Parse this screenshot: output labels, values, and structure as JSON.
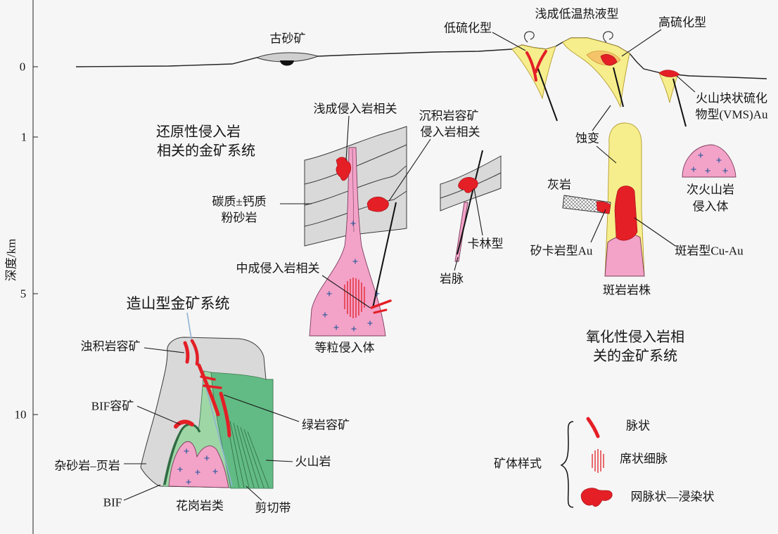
{
  "axis": {
    "label": "深度/km",
    "ticks": [
      "0",
      "1",
      "5",
      "10"
    ]
  },
  "surface": {
    "palaeo_placer": "古砂矿",
    "low_sulfidation": "低硫化型",
    "epithermal": "浅成低温热液型",
    "high_sulfidation": "高硫化型",
    "vms_line1": "火山块状硫化",
    "vms_line2": "物型(VMS)Au"
  },
  "reduced_system": {
    "title_line1": "还原性侵入岩",
    "title_line2": "相关的金矿系统",
    "epizonal": "浅成侵入岩相关",
    "sediment_hosted_line1": "沉积岩容矿",
    "sediment_hosted_line2": "侵入岩相关",
    "siltstone_line1": "碳质±钙质",
    "siltstone_line2": "粉砂岩",
    "mesozonal": "中成侵入岩相关",
    "equigranular": "等粒侵入体",
    "carlin": "卡林型",
    "dike": "岩脉"
  },
  "oxidized_system": {
    "title_line1": "氧化性侵入岩相",
    "title_line2": "关的金矿系统",
    "alteration": "蚀变",
    "limestone": "灰岩",
    "subvolcanic_line1": "次火山岩",
    "subvolcanic_line2": "侵入体",
    "skarn": "矽卡岩型Au",
    "porphyry": "斑岩型Cu-Au",
    "porphyry_stock": "斑岩岩株"
  },
  "orogenic_system": {
    "title": "造山型金矿系统",
    "turbidite": "浊积岩容矿",
    "bif_hosted": "BIF容矿",
    "greenstone": "绿岩容矿",
    "greywacke": "杂砂岩–页岩",
    "volcanic": "火山岩",
    "bif": "BIF",
    "granitoid": "花岗岩类",
    "shear_zone": "剪切带"
  },
  "legend": {
    "title": "矿体样式",
    "vein": "脉状",
    "sheeted": "席状细脉",
    "stockwork": "网脉状—浸染状"
  },
  "colors": {
    "ore": "#e41f26",
    "intrusion": "#f3a2c8",
    "alteration": "#f6ee8c",
    "alteration_inner": "#f5c46a",
    "sediment": "#d9d9d9",
    "volcanic": "#62bb84",
    "volcanic_light": "#9ed6a6",
    "cross": "#3a5fa0"
  }
}
